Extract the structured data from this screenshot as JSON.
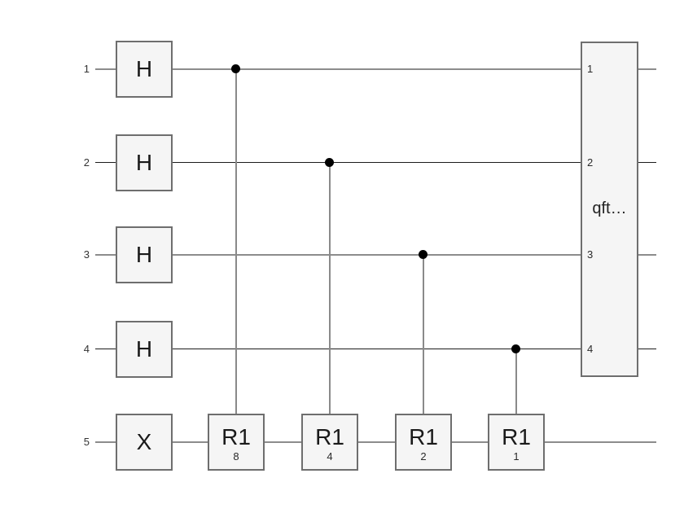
{
  "diagram": {
    "type": "quantum-circuit",
    "background": "#ffffff",
    "colors": {
      "gate_fill": "#f5f5f5",
      "gate_border": "#6e6e6e",
      "wire_light": "#8c8c8c",
      "wire_dark": "#1c1c1c",
      "control_line": "#8a8a8a",
      "control_dot": "#000000",
      "text": "#1a1a1a"
    },
    "qubits": [
      {
        "label": "1"
      },
      {
        "label": "2"
      },
      {
        "label": "3"
      },
      {
        "label": "4"
      },
      {
        "label": "5"
      }
    ],
    "gates": {
      "h_q1": {
        "label": "H"
      },
      "h_q2": {
        "label": "H"
      },
      "h_q3": {
        "label": "H"
      },
      "h_q4": {
        "label": "H"
      },
      "x_q5": {
        "label": "X"
      },
      "r1_c1": {
        "label": "R1",
        "sub": "8"
      },
      "r1_c2": {
        "label": "R1",
        "sub": "4"
      },
      "r1_c3": {
        "label": "R1",
        "sub": "2"
      },
      "r1_c4": {
        "label": "R1",
        "sub": "1"
      },
      "qft": {
        "label": "qft…",
        "ports": [
          "1",
          "2",
          "3",
          "4"
        ]
      }
    },
    "controls": [
      {
        "control_qubit": "1",
        "target_gate": "R1",
        "sub": "8"
      },
      {
        "control_qubit": "2",
        "target_gate": "R1",
        "sub": "4"
      },
      {
        "control_qubit": "3",
        "target_gate": "R1",
        "sub": "2"
      },
      {
        "control_qubit": "4",
        "target_gate": "R1",
        "sub": "1"
      }
    ]
  }
}
